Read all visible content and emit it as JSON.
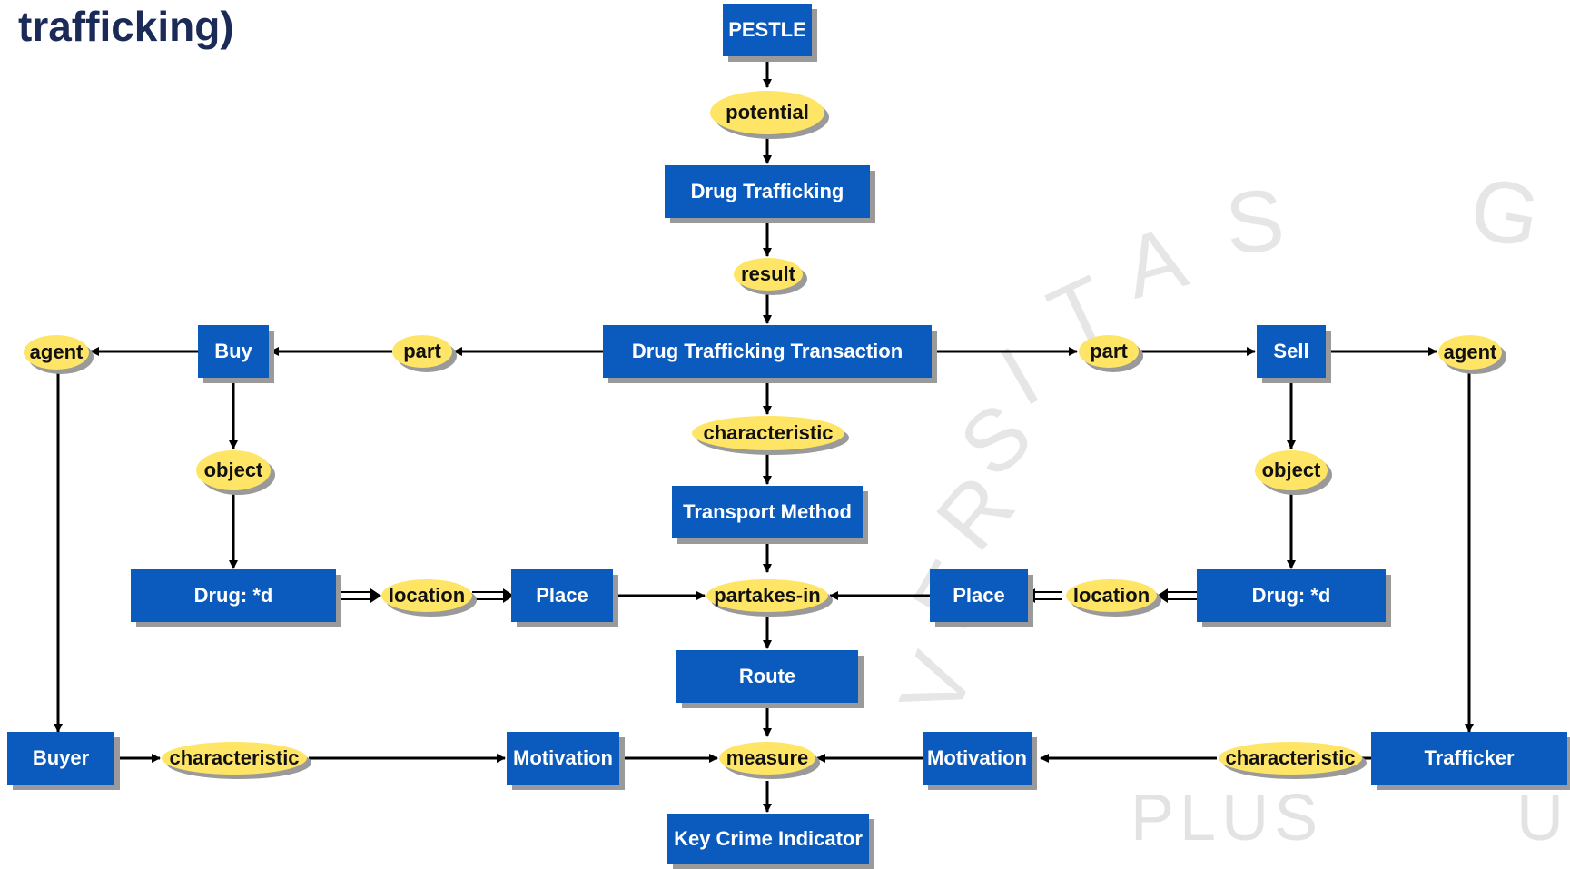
{
  "title": "trafficking)",
  "watermark": {
    "letters": [
      "V",
      "E",
      "R",
      "S",
      "I",
      "T",
      "A",
      "S",
      "G"
    ],
    "plus": "PLUS",
    "ult": "UL"
  },
  "colors": {
    "concept": "#0a5bbd",
    "relation": "#ffe566",
    "text_dark": "#1b2a57"
  },
  "concepts": {
    "pestle": "PESTLE",
    "drug_trafficking": "Drug Trafficking",
    "transaction": "Drug Trafficking Transaction",
    "buy": "Buy",
    "sell": "Sell",
    "transport_method": "Transport Method",
    "drug_left": "Drug: *d",
    "drug_right": "Drug: *d",
    "place_left": "Place",
    "place_right": "Place",
    "route": "Route",
    "buyer": "Buyer",
    "motivation_left": "Motivation",
    "motivation_right": "Motivation",
    "trafficker": "Trafficker",
    "kci": "Key Crime Indicator"
  },
  "relations": {
    "potential": "potential",
    "result": "result",
    "part_left": "part",
    "part_right": "part",
    "agent_left": "agent",
    "agent_right": "agent",
    "characteristic_center": "characteristic",
    "object_left": "object",
    "object_right": "object",
    "location_left": "location",
    "location_right": "location",
    "partakes_in": "partakes-in",
    "measure": "measure",
    "characteristic_left": "characteristic",
    "characteristic_right": "characteristic"
  }
}
